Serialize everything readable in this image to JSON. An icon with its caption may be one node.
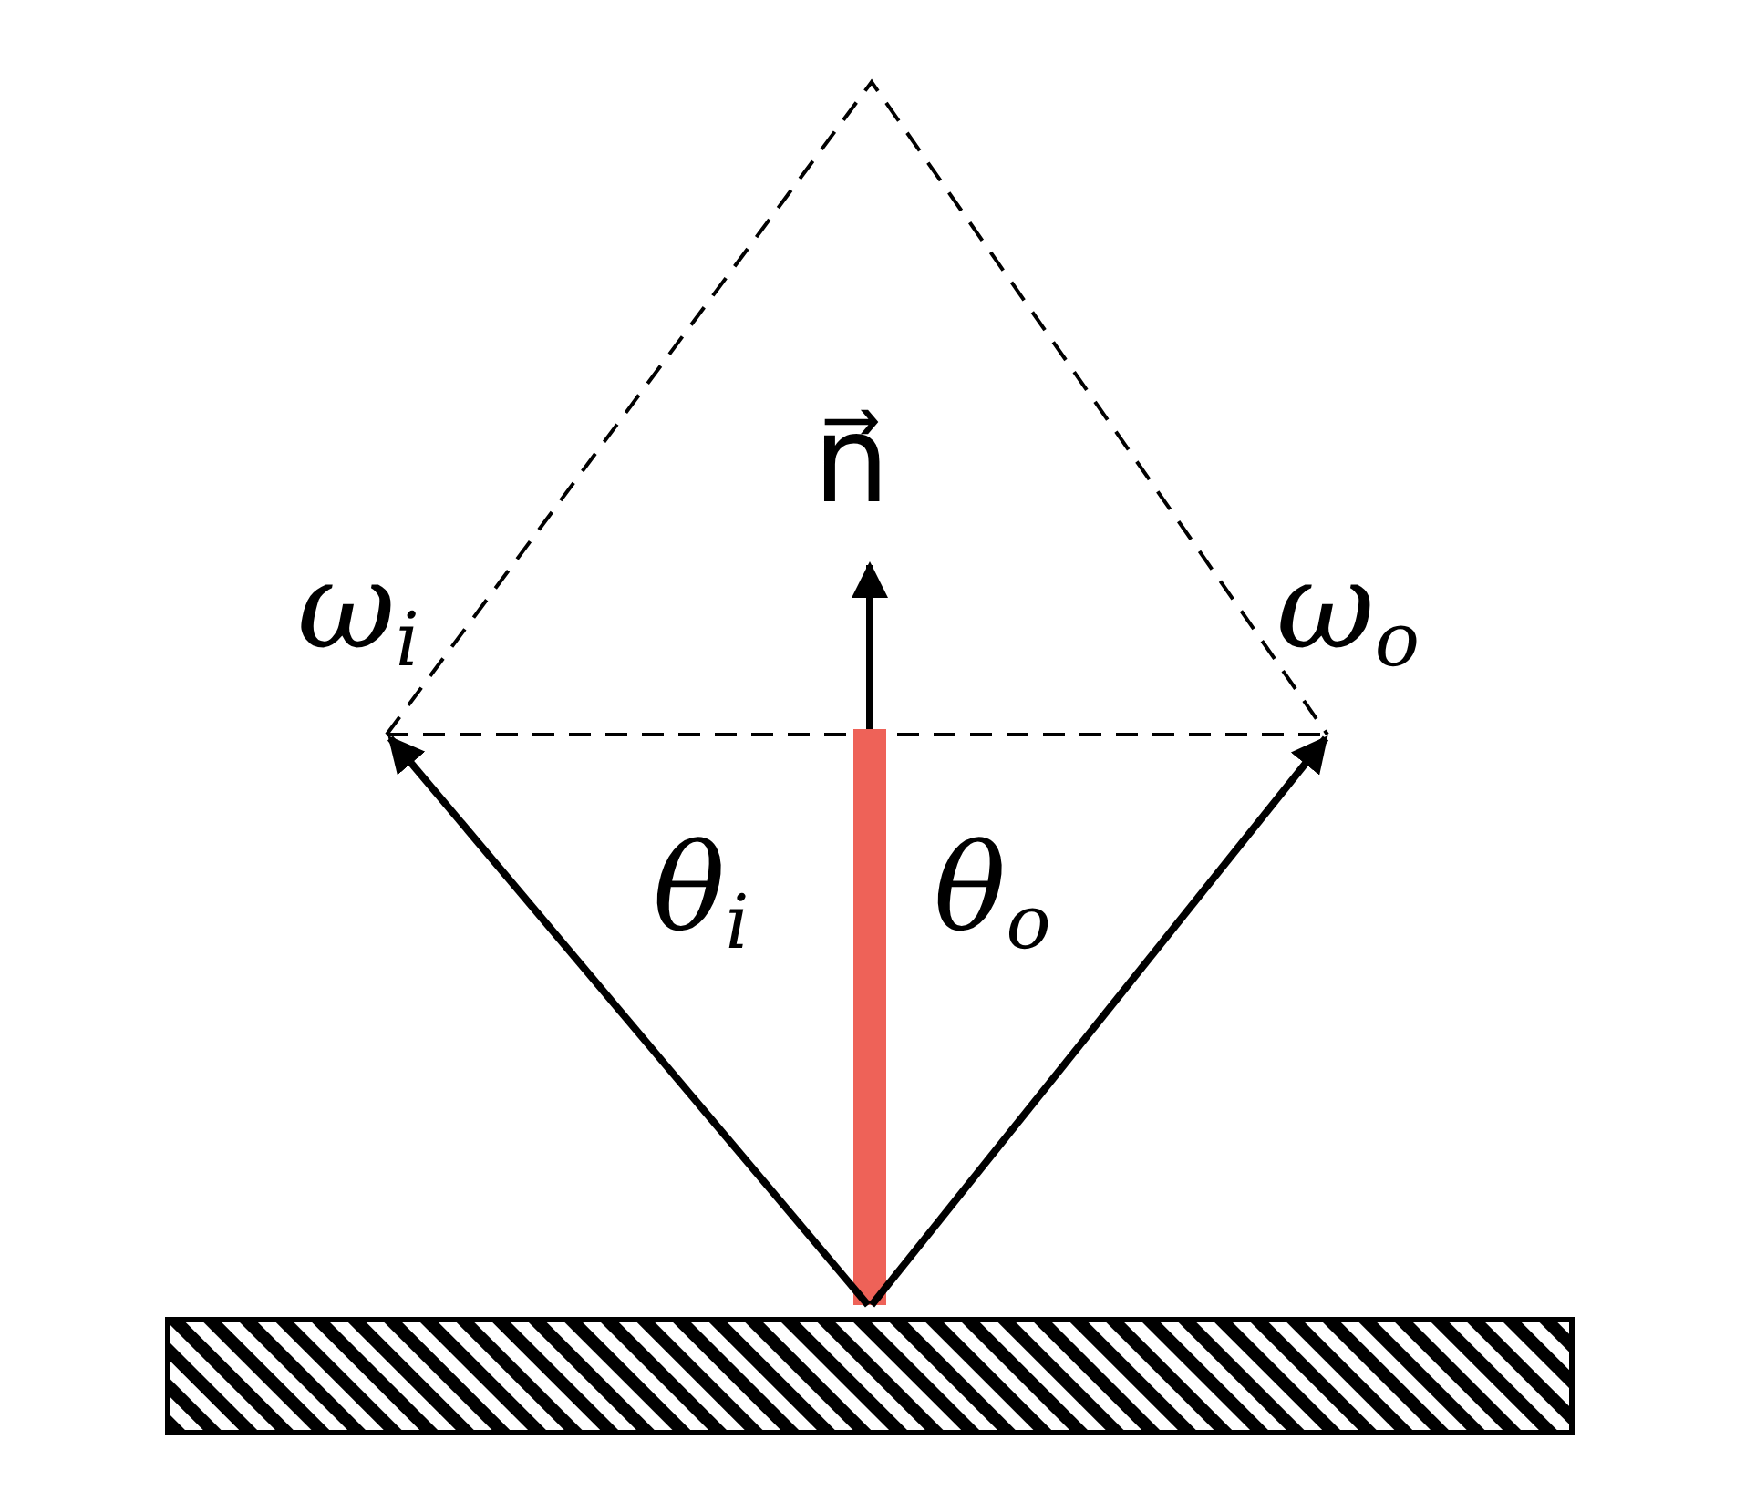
{
  "diagram": {
    "labels": [
      "ω$_{i}$",
      "n⃗",
      "ω$_{o}$",
      "θ$_{i}$",
      "θ$_{o}$"
    ]
  }
}
